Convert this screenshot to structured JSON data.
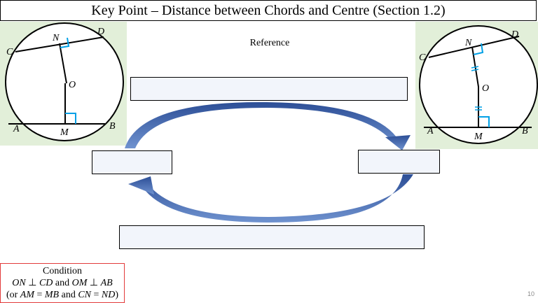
{
  "title": "Key Point – Distance between Chords and Centre (Section 1.2)",
  "reference_label": "Reference",
  "left_figure": {
    "labels": {
      "C": "C",
      "D": "D",
      "N": "N",
      "O": "O",
      "A": "A",
      "B": "B",
      "M": "M"
    }
  },
  "right_figure": {
    "labels": {
      "C": "C",
      "D": "D",
      "N": "N",
      "O": "O",
      "A": "A",
      "B": "B",
      "M": "M"
    }
  },
  "answer_boxes": {
    "top": "",
    "left": "",
    "right": "",
    "bottom": ""
  },
  "condition": {
    "heading": "Condition",
    "line1": {
      "a": "ON",
      "perp1": " ⊥ ",
      "b": "CD",
      "and": " and ",
      "c": "OM",
      "perp2": " ⊥ ",
      "d": "AB"
    },
    "line2": {
      "open": "(or ",
      "e1": "AM",
      "eq1": " = ",
      "e2": "MB",
      "and": " and ",
      "e3": "CN",
      "eq2": " = ",
      "e4": "ND",
      "close": ")"
    }
  },
  "page_number": "10",
  "colors": {
    "panel_bg": "#e2efd9",
    "right_angle": "#00a0e6",
    "arrow": "#3d62ad",
    "condition_border": "#e23b3b"
  }
}
